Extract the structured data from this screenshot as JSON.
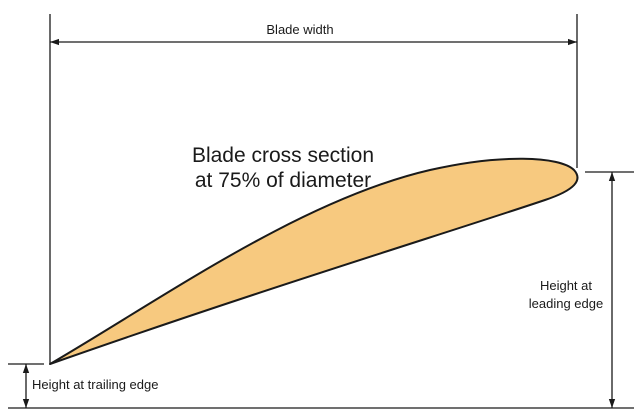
{
  "labels": {
    "blade_width": "Blade width",
    "title_line1": "Blade cross section",
    "title_line2": "at 75% of diameter",
    "leading_line1": "Height at",
    "leading_line2": "leading edge",
    "trailing": "Height at trailing edge"
  },
  "colors": {
    "airfoil_fill": "#f7c97f",
    "ink": "#1a1a1a"
  }
}
